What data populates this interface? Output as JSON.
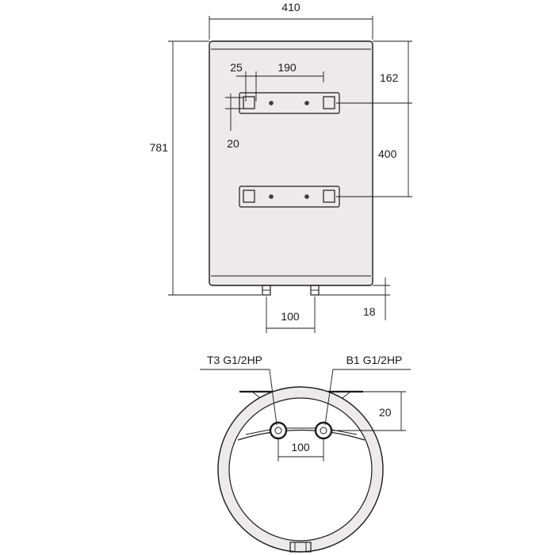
{
  "front_view": {
    "dim_width": "410",
    "dim_height": "781",
    "dim_bracket_offset": "25",
    "dim_bracket_spacing": "190",
    "dim_top_to_bracket": "162",
    "dim_bracket_vertical": "400",
    "dim_bracket_hole": "20",
    "dim_pipe_spacing": "100",
    "dim_pipe_length": "18"
  },
  "bottom_view": {
    "label_left": "T3 G1/2HP",
    "label_right": "B1 G1/2HP",
    "dim_pipe_offset": "20",
    "dim_pipe_spacing": "100"
  }
}
